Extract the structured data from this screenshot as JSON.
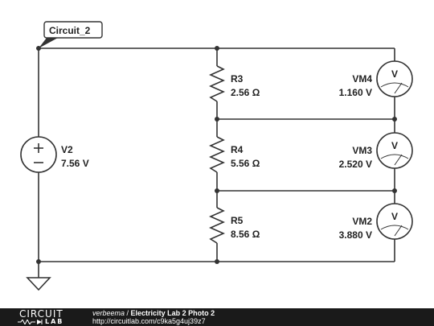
{
  "schematic": {
    "circuit_tag": "Circuit_2",
    "source": {
      "name": "V2",
      "value": "7.56 V"
    },
    "resistors": [
      {
        "name": "R3",
        "value": "2.56 Ω"
      },
      {
        "name": "R4",
        "value": "5.56 Ω"
      },
      {
        "name": "R5",
        "value": "8.56 Ω"
      }
    ],
    "voltmeters": [
      {
        "name": "VM4",
        "value": "1.160 V",
        "glyph": "V"
      },
      {
        "name": "VM3",
        "value": "2.520 V",
        "glyph": "V"
      },
      {
        "name": "VM2",
        "value": "3.880 V",
        "glyph": "V"
      }
    ]
  },
  "footer": {
    "logo_top": "CIRCUIT",
    "logo_bottom": "LAB",
    "author": "verbeema",
    "separator": " / ",
    "title": "Electricity Lab 2 Photo 2",
    "url": "http://circuitlab.com/c9ka5g4uj39z7"
  },
  "colors": {
    "wire": "#333333",
    "footer_bg": "#1a1a1a",
    "text": "#222222"
  }
}
